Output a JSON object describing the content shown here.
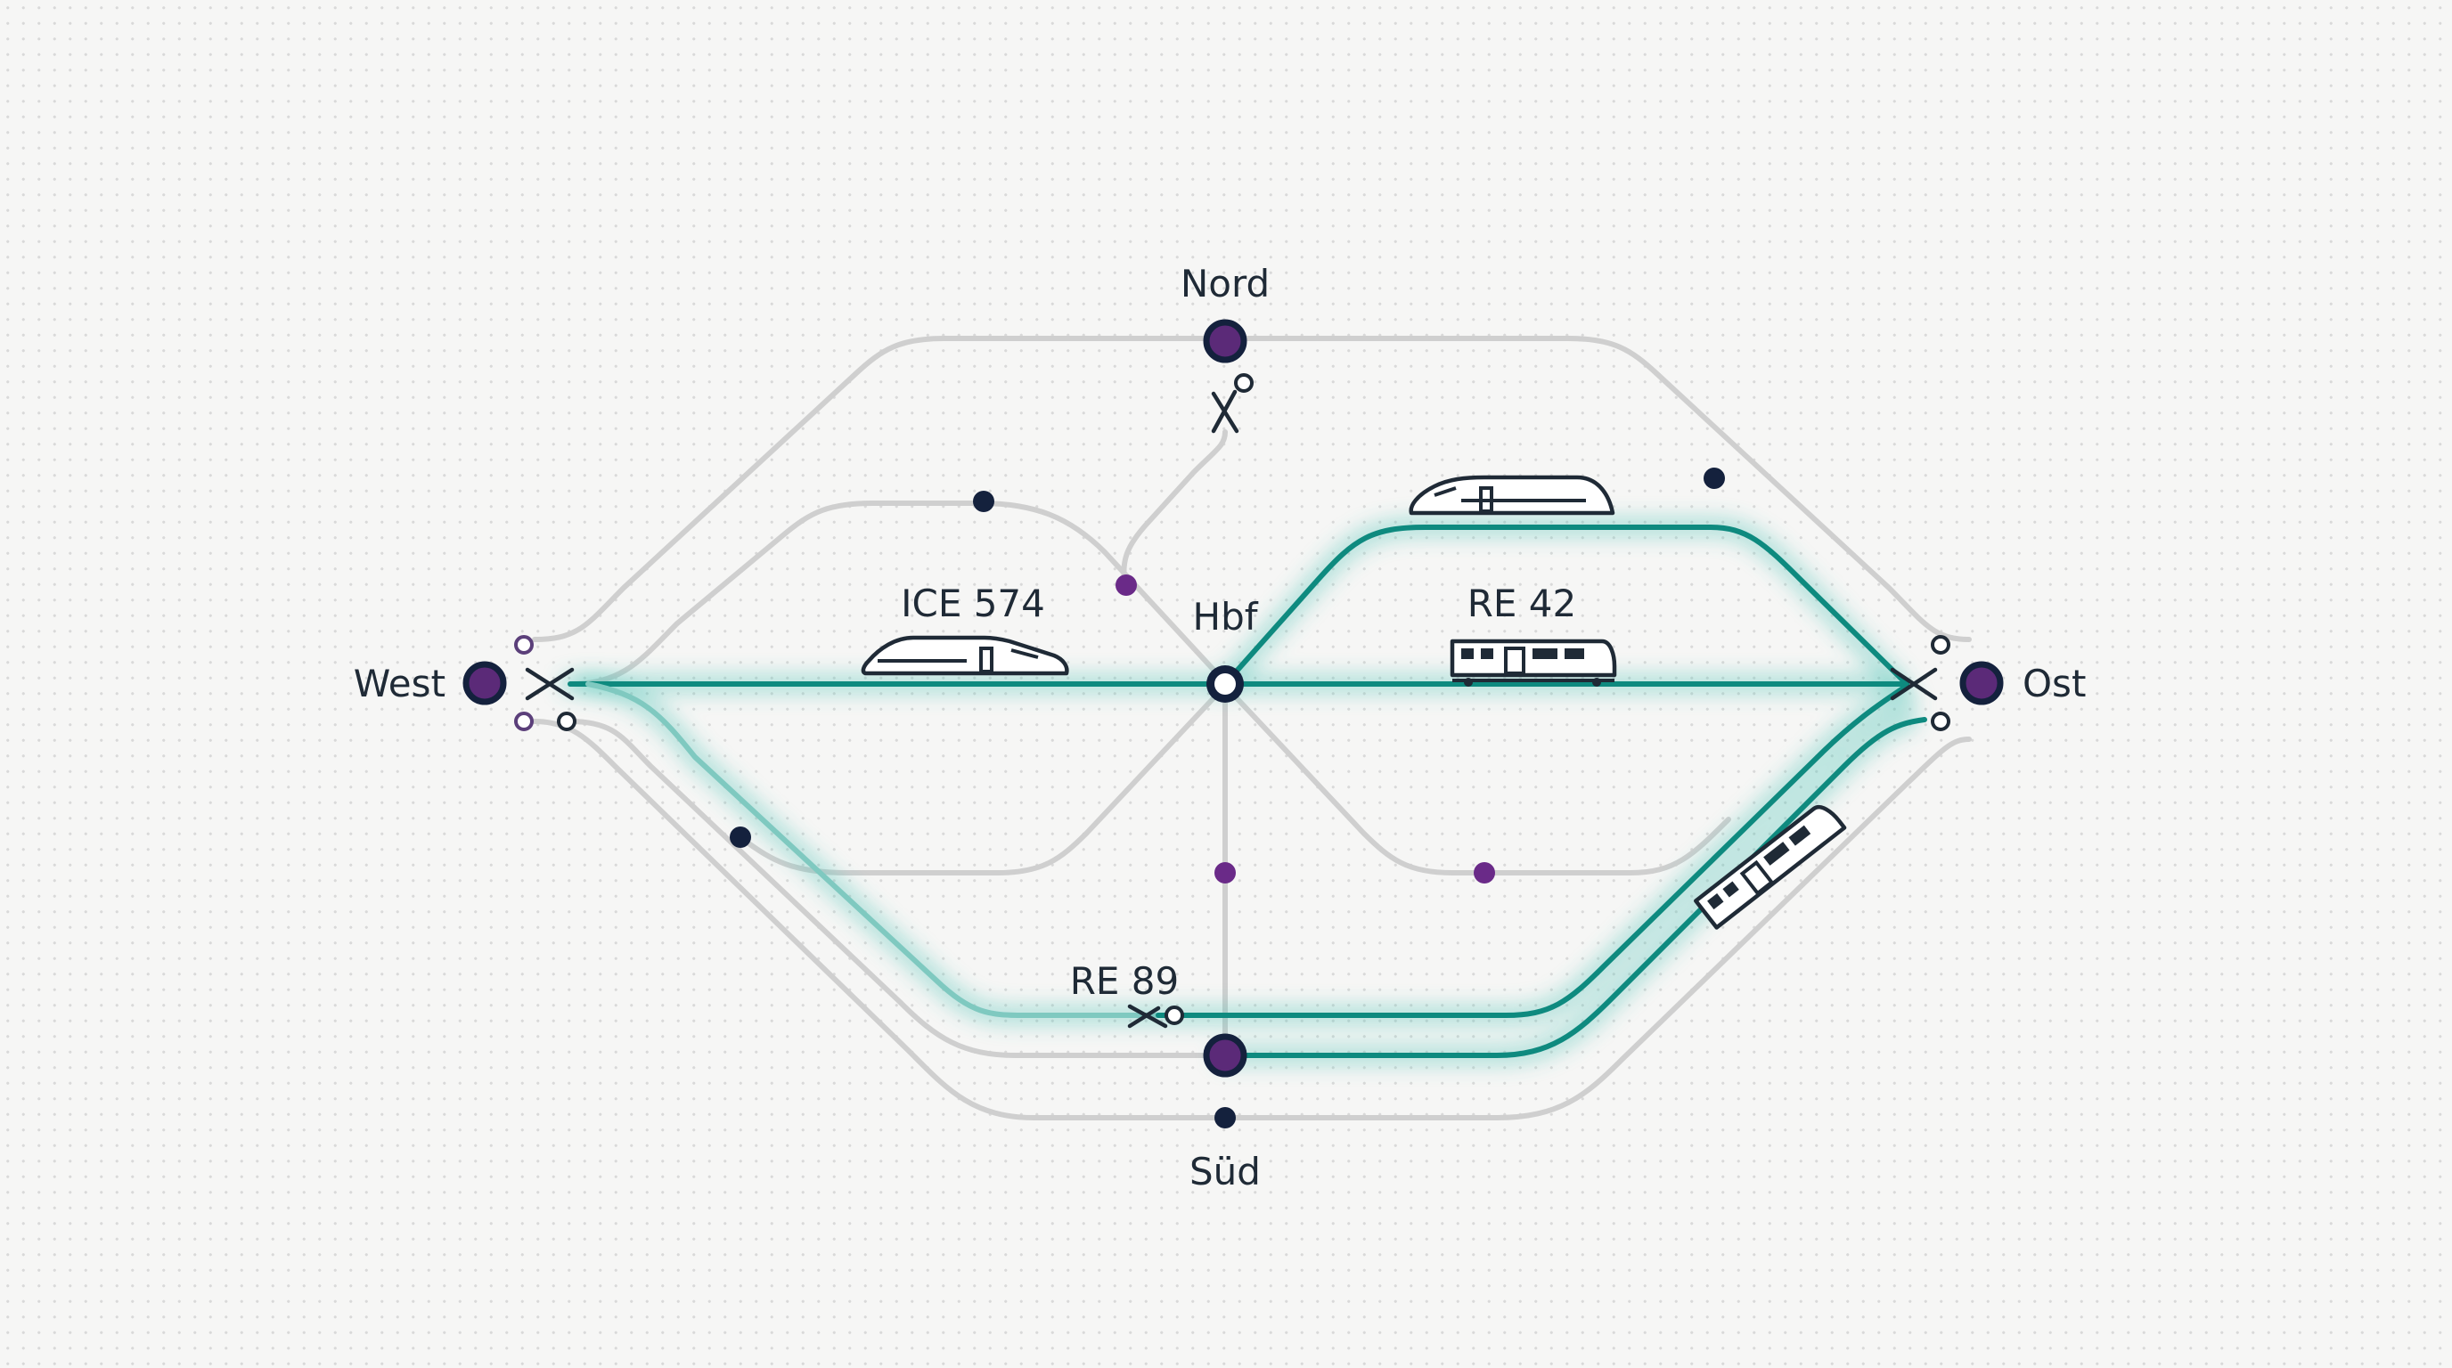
{
  "stations": {
    "nord": "Nord",
    "hbf": "Hbf",
    "west": "West",
    "ost": "Ost",
    "sued": "Süd"
  },
  "trains": {
    "ice": "ICE 574",
    "re42": "RE 42",
    "re89": "RE 89"
  },
  "colors": {
    "track": "#cfcfcf",
    "route": "#0e8a7f",
    "station_fill": "#5b2a78",
    "node_dark": "#14213d",
    "node_purple": "#6a2a88"
  }
}
